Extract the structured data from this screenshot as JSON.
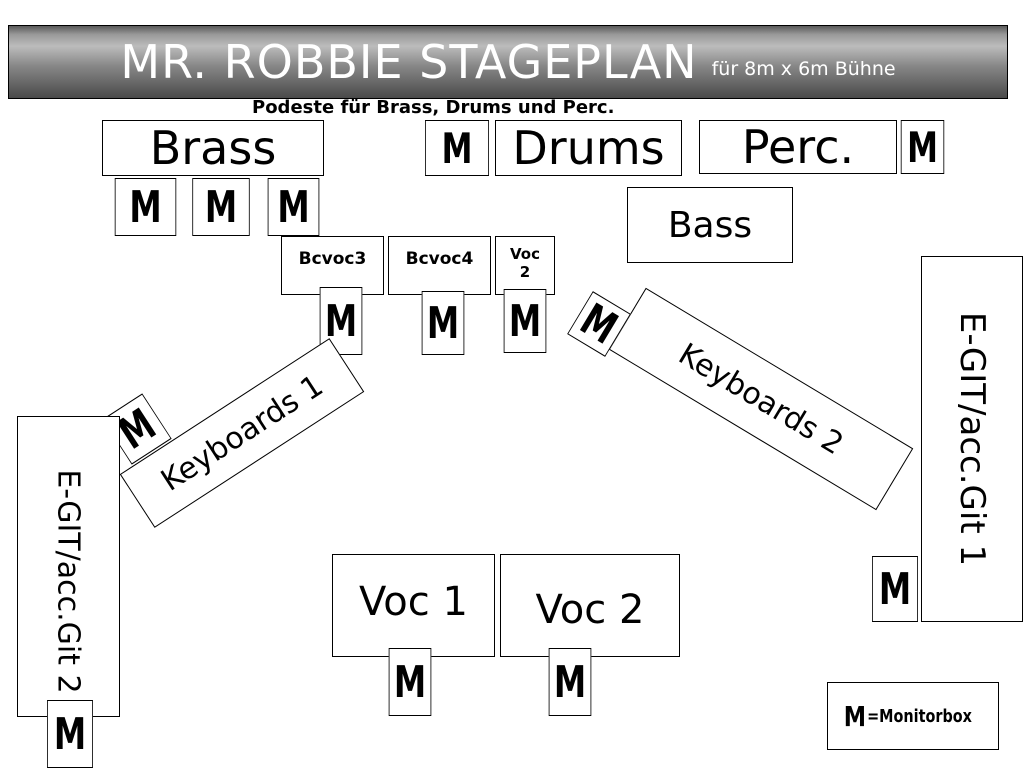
{
  "title": "MR. ROBBIE STAGEPLAN",
  "subtitle": "für 8m x 6m Bühne",
  "podest_note": "Podeste für Brass, Drums und Perc.",
  "monitor_label": "M",
  "stations": {
    "brass": "Brass",
    "drums": "Drums",
    "perc": "Perc.",
    "bass": "Bass",
    "bcvoc3": "Bcvoc3",
    "bcvoc4": "Bcvoc4",
    "voc2_small_line1": "Voc",
    "voc2_small_line2": "2",
    "keyboards1": "Keyboards 1",
    "keyboards2": "Keyboards 2",
    "egit1": "E-GIT/acc.Git 1",
    "egit2": "E-GIT/acc.Git 2",
    "voc1": "Voc 1",
    "voc2": "Voc 2"
  },
  "legend": {
    "symbol": "M",
    "text": "=Monitorbox"
  }
}
